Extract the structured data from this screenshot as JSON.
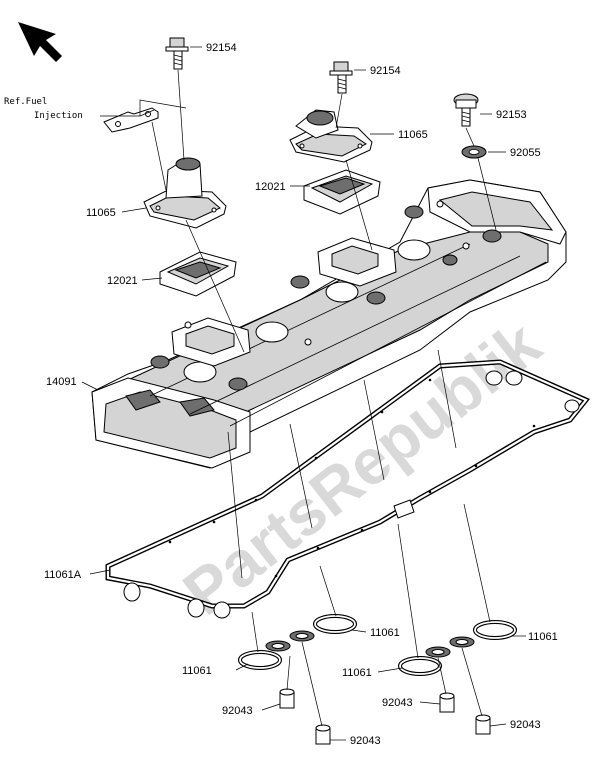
{
  "watermark": "PartsRepublik",
  "ref_note": {
    "line1": "Ref.Fuel",
    "line2": "Injection"
  },
  "part_labels": {
    "bolt_left": "92154",
    "bolt_right": "92154",
    "bolt_rubber": "92153",
    "washer": "92055",
    "cap_left": "11065",
    "cap_right": "11065",
    "plate_left": "12021",
    "plate_right": "12021",
    "cover": "14091",
    "gasket_main": "11061A",
    "gasket_ring_1": "11061",
    "gasket_ring_2": "11061",
    "gasket_ring_3": "11061",
    "gasket_ring_4": "11061",
    "dowel_1": "92043",
    "dowel_2": "92043",
    "dowel_3": "92043",
    "dowel_4": "92043"
  },
  "icons": {
    "orientation": "front-direction-arrow-icon"
  },
  "colors": {
    "ink": "#000000",
    "shade": "#d4d4d4",
    "dark": "#6e6e6e",
    "watermark": "#d9d9d9"
  }
}
